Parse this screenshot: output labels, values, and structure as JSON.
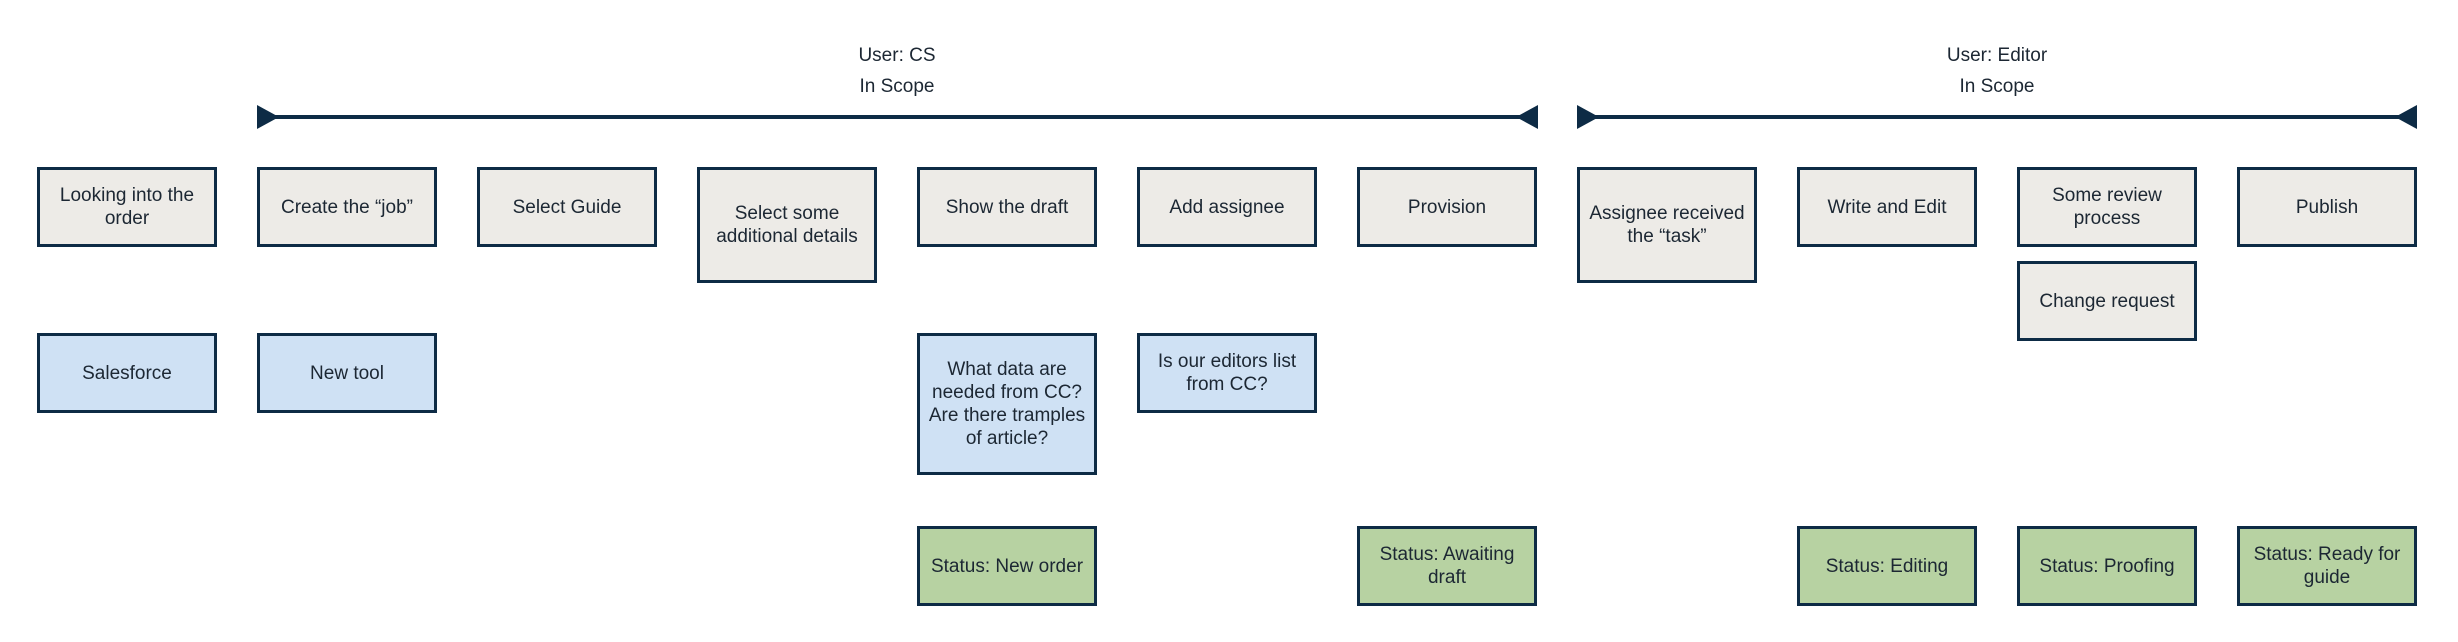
{
  "lanes": [
    {
      "user": "User: CS",
      "scope": "In Scope"
    },
    {
      "user": "User: Editor",
      "scope": "In Scope"
    }
  ],
  "steps": [
    "Looking into the order",
    "Create the “job”",
    "Select Guide",
    "Select some additional details",
    "Show the draft",
    "Add assignee",
    "Provision",
    "Assignee received the “task”",
    "Write and Edit",
    "Some review process",
    "Publish"
  ],
  "extra_steps": [
    "Change request"
  ],
  "systems": [
    "Salesforce",
    "New tool",
    "What data are needed from CC? Are there tramples of article?",
    "Is our editors list from CC?"
  ],
  "statuses": [
    "Status: New order",
    "Status: Awaiting draft",
    "Status: Editing",
    "Status: Proofing",
    "Status: Ready for guide"
  ],
  "colors": {
    "step": "#edebe7",
    "system": "#cfe1f4",
    "status": "#b7d2a2",
    "border": "#0d2b45"
  }
}
